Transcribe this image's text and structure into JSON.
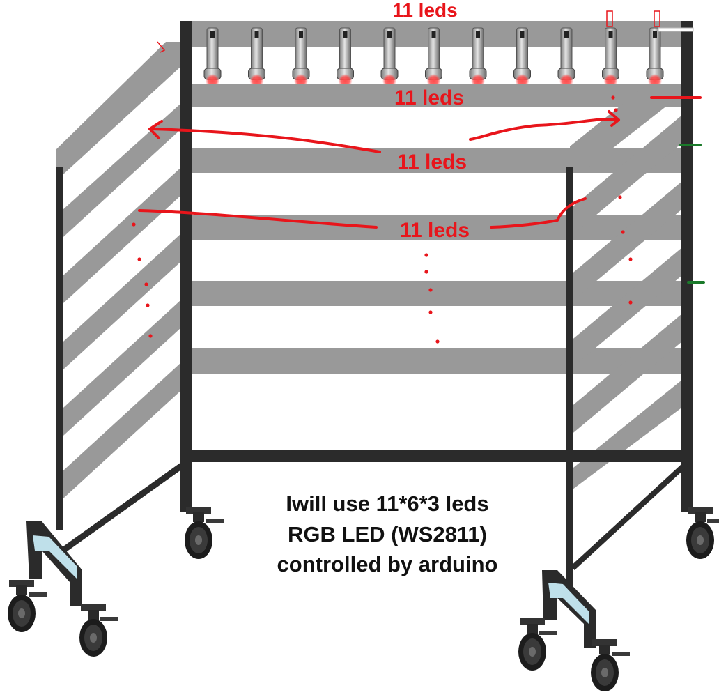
{
  "labels": {
    "top": "11 leds",
    "row1": "11 leds",
    "row2": "11 leds",
    "row3": "11 leds"
  },
  "caption": {
    "line1": "Iwill use 11*6*3 leds",
    "line2": "RGB LED (WS2811)",
    "line3": "controlled by arduino"
  },
  "colors": {
    "frame": "#2b2b2b",
    "shelf": "#999999",
    "annotation": "#e8151b",
    "marker": "#1a7a2a",
    "text": "#111111",
    "led_glow": "#ff4040"
  },
  "diagram": {
    "led_count_per_row": 11,
    "shelf_rows_front": 6
  }
}
